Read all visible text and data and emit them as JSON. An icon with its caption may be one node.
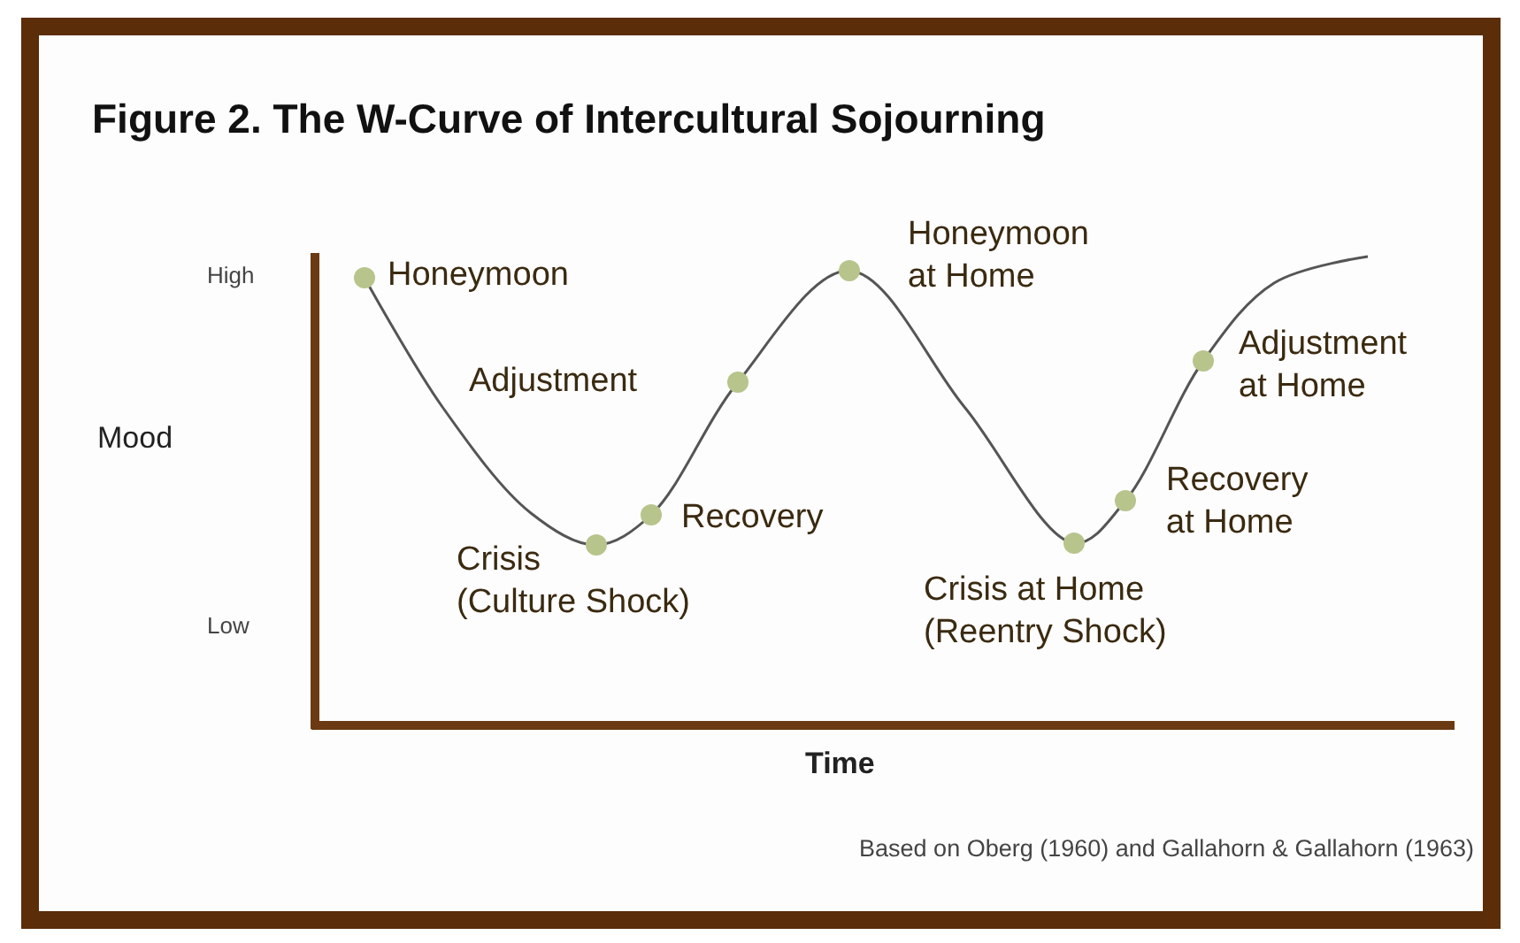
{
  "diagram": {
    "title": "Figure 2. The W-Curve of Intercultural Sojourning",
    "caption": "Based on Oberg (1960) and Gallahorn & Gallahorn (1963)",
    "labels": [
      "High",
      "Honeymoon",
      "Honeymoon at Home",
      "Adjustment at Home",
      "Adjustment",
      "Mood",
      "Recovery",
      "Recovery at Home",
      "Crisis (Culture Shock)",
      "Crisis at Home (Reentry Shock)",
      "Low",
      "Time"
    ]
  }
}
